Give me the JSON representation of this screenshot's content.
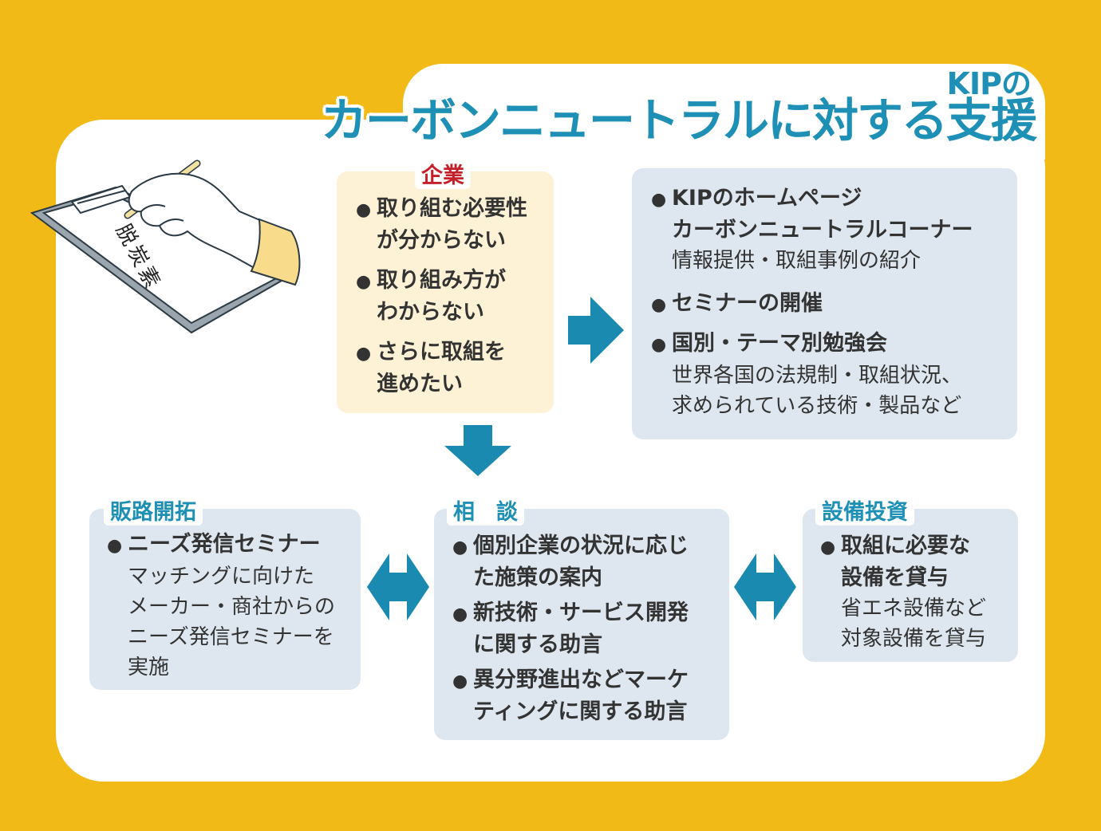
{
  "title": {
    "sub": "KIPの",
    "main": "カーボンニュートラルに対する支援"
  },
  "illustration": {
    "paper_text": "脱炭素"
  },
  "company": {
    "label": "企業",
    "items": [
      {
        "line1": "取り組む必要性",
        "line2": "が分からない"
      },
      {
        "line1": "取り組み方が",
        "line2": "わからない"
      },
      {
        "line1": "さらに取組を",
        "line2": "進めたい"
      }
    ]
  },
  "kip_support": {
    "items": [
      {
        "line1": "KIPのホームページ",
        "line2": "カーボンニュートラルコーナー",
        "desc1": "情報提供・取組事例の紹介"
      },
      {
        "line1": "セミナーの開催"
      },
      {
        "line1": "国別・テーマ別勉強会",
        "desc1": "世界各国の法規制・取組状況、",
        "desc2": "求められている技術・製品など"
      }
    ]
  },
  "sales": {
    "label": "販路開拓",
    "items": [
      {
        "line1": "ニーズ発信セミナー",
        "desc1": "マッチングに向けた",
        "desc2": "メーカー・商社からの",
        "desc3": "ニーズ発信セミナーを",
        "desc4": "実施"
      }
    ]
  },
  "consult": {
    "label": "相　談",
    "items": [
      {
        "line1": "個別企業の状況に応じ",
        "line2": "た施策の案内"
      },
      {
        "line1": "新技術・サービス開発",
        "line2": "に関する助言"
      },
      {
        "line1": "異分野進出などマーケ",
        "line2": "ティングに関する助言"
      }
    ]
  },
  "equipment": {
    "label": "設備投資",
    "items": [
      {
        "line1": "取組に必要な",
        "line2": "設備を貸与",
        "desc1": "省エネ設備など",
        "desc2": "対象設備を貸与"
      }
    ]
  },
  "bullet": "●",
  "colors": {
    "background": "#F1BA17",
    "accent": "#1E8FB5",
    "arrow": "#1A8AB0",
    "box_blue": "#DEE7EF",
    "box_cream": "#FDF2D5",
    "label_red": "#C51F2A"
  }
}
